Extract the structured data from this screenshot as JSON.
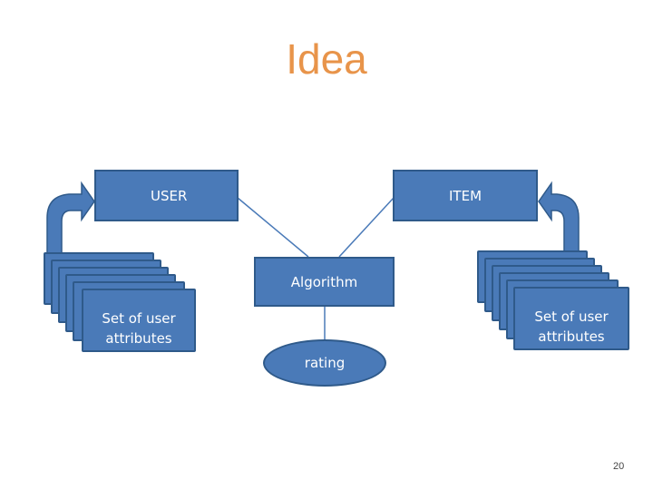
{
  "slide": {
    "title": "Idea",
    "user_box": "USER",
    "item_box": "ITEM",
    "algorithm_box": "Algorithm",
    "rating_node": "rating",
    "left_attributes_line1": "Set of user",
    "left_attributes_line2": "attributes",
    "right_attributes_line1": "Set of user",
    "right_attributes_line2": "attributes",
    "page_number": "20"
  },
  "colors": {
    "title": "#e8944a",
    "shape_fill": "#4a7ab8",
    "shape_border": "#2f5a8a"
  }
}
